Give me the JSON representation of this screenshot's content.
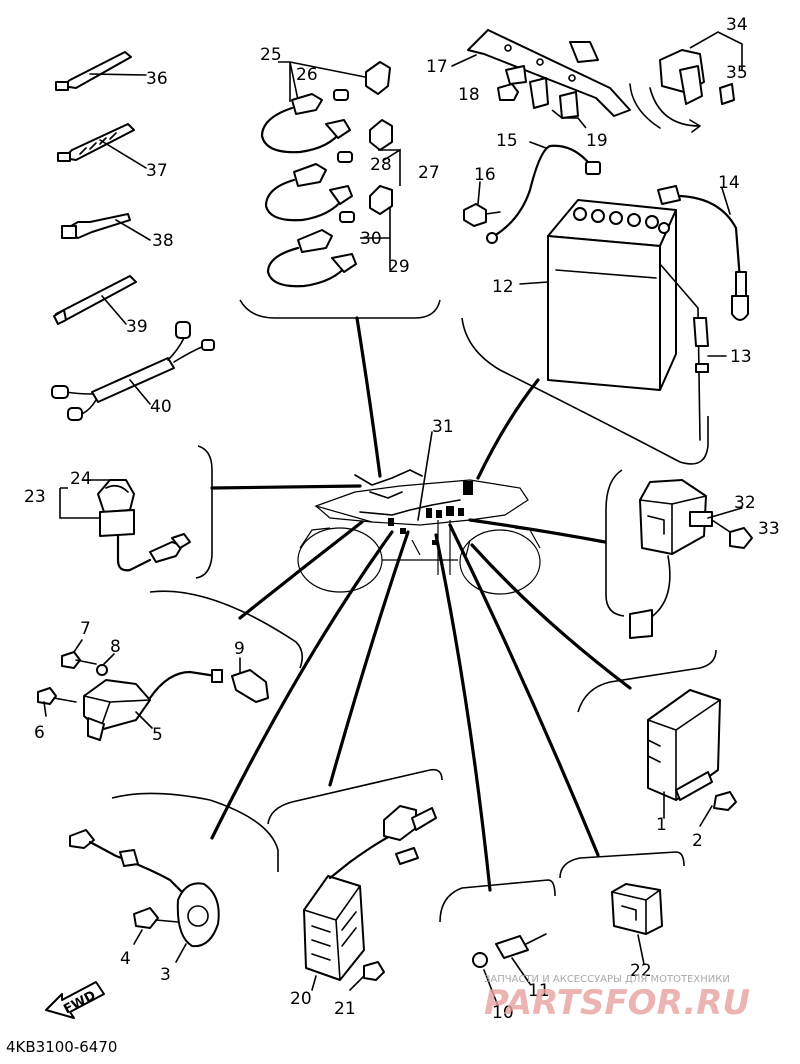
{
  "diagram_code": "4KB3100-6470",
  "fwd_label": "FWD",
  "watermark": {
    "tagline": "ЗАПЧАСТИ И АКСЕССУАРЫ ДЛЯ МОТОТЕХНИКИ",
    "brand": "PARTSFOR.RU"
  },
  "callouts": {
    "n1": "1",
    "n2": "2",
    "n3": "3",
    "n4": "4",
    "n5": "5",
    "n6": "6",
    "n7": "7",
    "n8": "8",
    "n9": "9",
    "n10": "10",
    "n11": "11",
    "n12": "12",
    "n13": "13",
    "n14": "14",
    "n15": "15",
    "n16": "16",
    "n17": "17",
    "n18": "18",
    "n19": "19",
    "n20": "20",
    "n21": "21",
    "n22": "22",
    "n23": "23",
    "n24": "24",
    "n25": "25",
    "n26": "26",
    "n27": "27",
    "n28": "28",
    "n29": "29",
    "n30": "30",
    "n31": "31",
    "n32": "32",
    "n33": "33",
    "n34": "34",
    "n35": "35",
    "n36": "36",
    "n37": "37",
    "n38": "38",
    "n39": "39",
    "n40": "40"
  }
}
